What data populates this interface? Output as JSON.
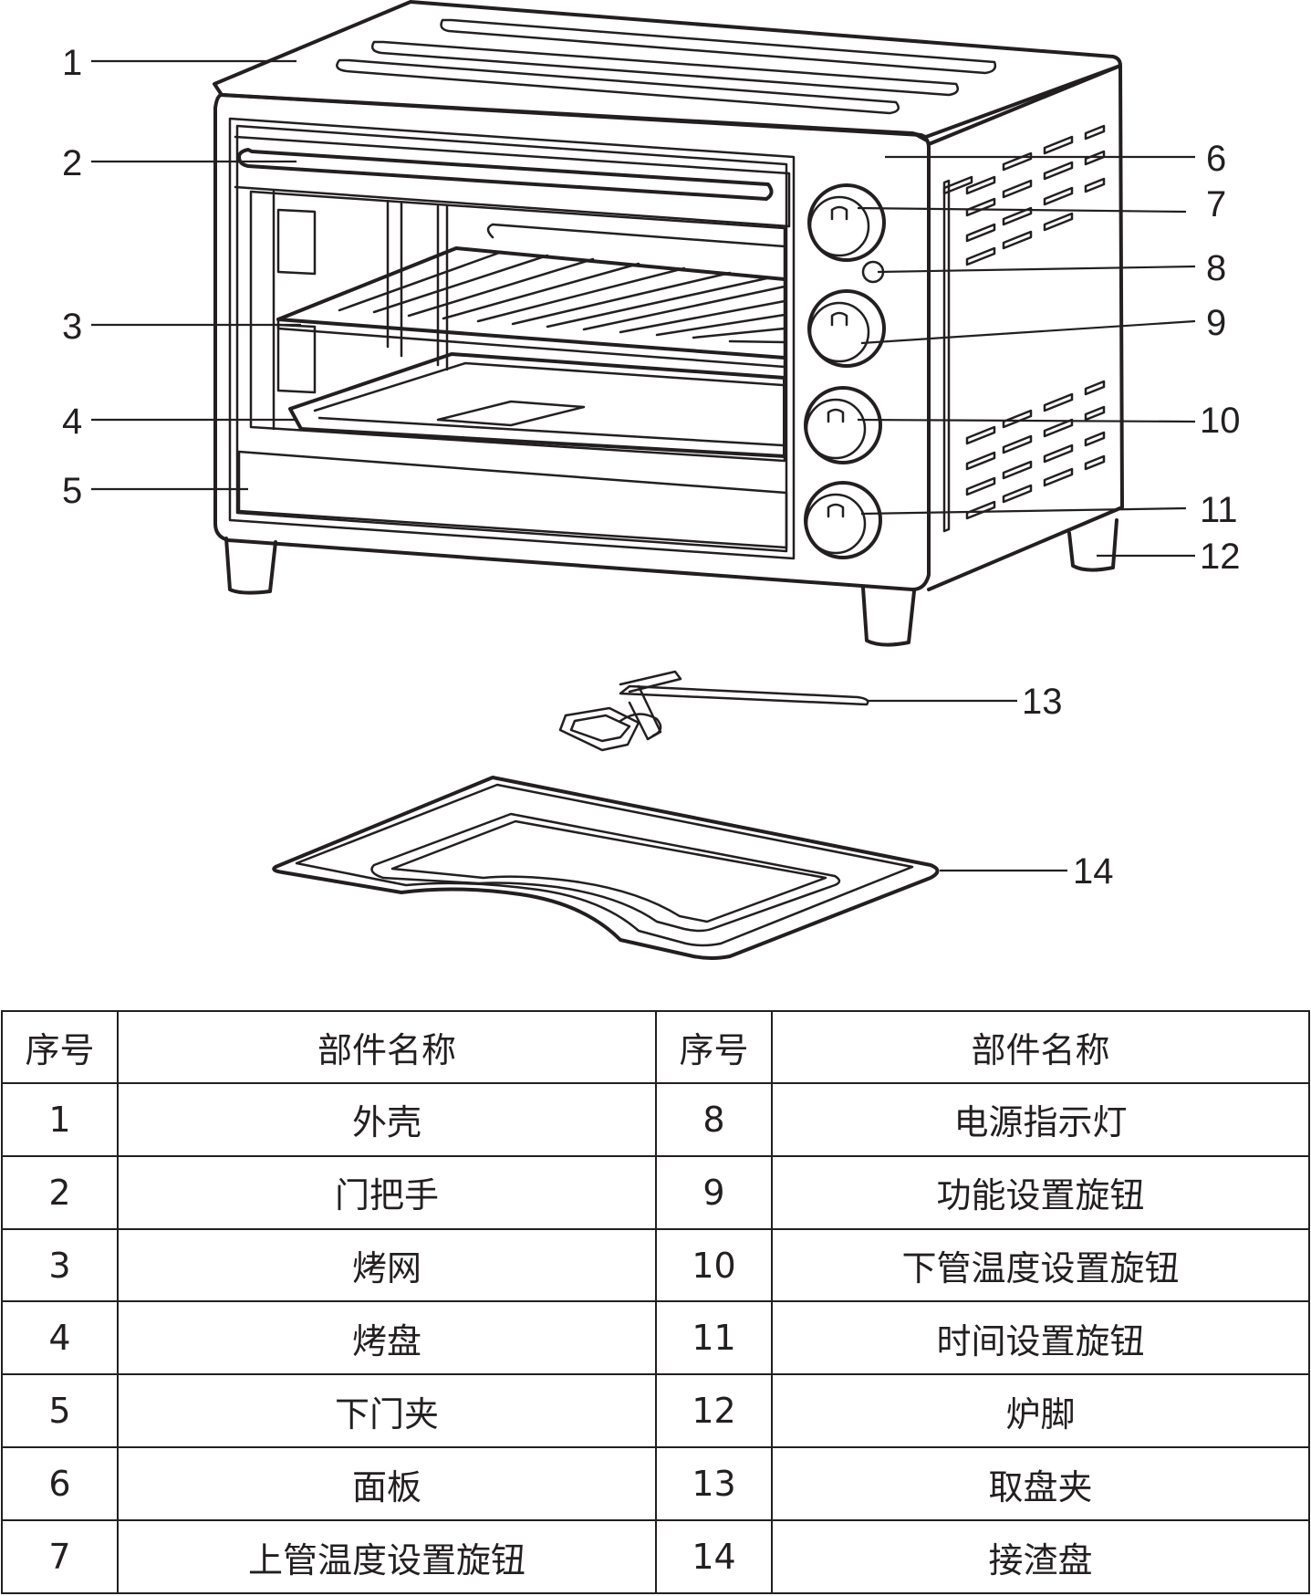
{
  "callouts": [
    {
      "label": "1"
    },
    {
      "label": "2"
    },
    {
      "label": "3"
    },
    {
      "label": "4"
    },
    {
      "label": "5"
    },
    {
      "label": "6"
    },
    {
      "label": "7"
    },
    {
      "label": "8"
    },
    {
      "label": "9"
    },
    {
      "label": "10"
    },
    {
      "label": "11"
    },
    {
      "label": "12"
    },
    {
      "label": "13"
    },
    {
      "label": "14"
    }
  ],
  "table": {
    "headers": [
      "序号",
      "部件名称",
      "序号",
      "部件名称"
    ],
    "rows": [
      {
        "no1": "1",
        "name1": "外壳",
        "no2": "8",
        "name2": "电源指示灯"
      },
      {
        "no1": "2",
        "name1": "门把手",
        "no2": "9",
        "name2": "功能设置旋钮"
      },
      {
        "no1": "3",
        "name1": "烤网",
        "no2": "10",
        "name2": "下管温度设置旋钮"
      },
      {
        "no1": "4",
        "name1": "烤盘",
        "no2": "11",
        "name2": "时间设置旋钮"
      },
      {
        "no1": "5",
        "name1": "下门夹",
        "no2": "12",
        "name2": "炉脚"
      },
      {
        "no1": "6",
        "name1": "面板",
        "no2": "13",
        "name2": "取盘夹"
      },
      {
        "no1": "7",
        "name1": "上管温度设置旋钮",
        "no2": "14",
        "name2": "接渣盘"
      }
    ]
  }
}
